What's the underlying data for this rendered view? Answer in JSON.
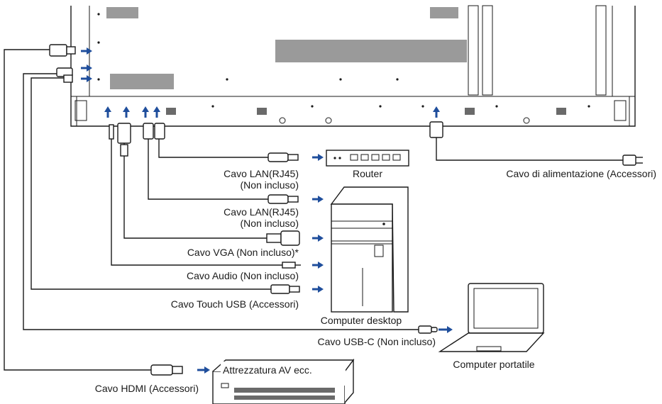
{
  "labels": {
    "lan1": "Cavo LAN(RJ45)",
    "lan1_note": "(Non incluso)",
    "router": "Router",
    "power_cable": "Cavo di alimentazione (Accessori)",
    "lan2": "Cavo LAN(RJ45)",
    "lan2_note": "(Non incluso)",
    "vga": "Cavo VGA (Non incluso)*",
    "audio": "Cavo Audio (Non incluso)",
    "touch_usb": "Cavo Touch USB (Accessori)",
    "desktop": "Computer desktop",
    "usbc": "Cavo USB-C (Non incluso)",
    "laptop": "Computer portatile",
    "av_equipment": "Attrezzatura AV ecc.",
    "hdmi": "Cavo HDMI (Accessori)"
  },
  "colors": {
    "arrow": "#1f4e9c",
    "line": "#1a1a1a"
  }
}
